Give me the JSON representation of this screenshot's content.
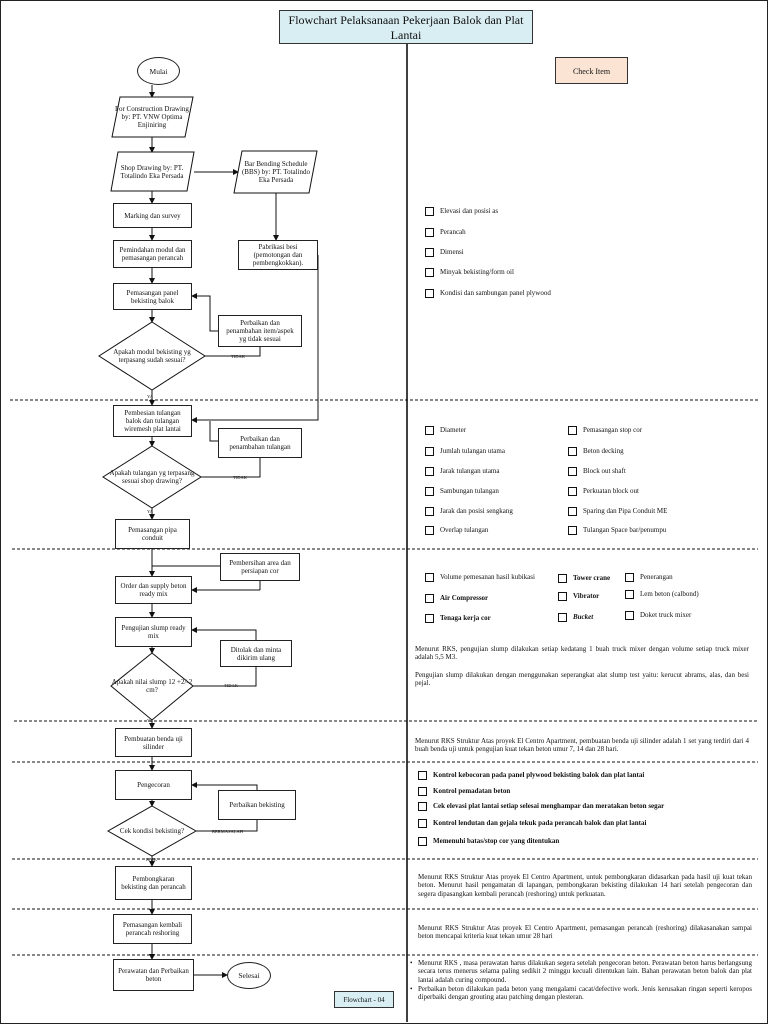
{
  "title": "Flowchart Pelaksanaan Pekerjaan Balok dan Plat Lantai",
  "check_item": "Check Item",
  "footer": "Flowchart - 04",
  "flow": {
    "mulai": "Mulai",
    "construction_drawing": "For Construction Drawing by: PT. VNW Optima Enjiniring",
    "shop_drawing": "Shop Drawing by: PT. Totalindo Eka Persada",
    "bbs": "Bar Bending Schedule (BBS) by: PT. Totalindo Eka Persada",
    "marking": "Marking dan survey",
    "pemindahan": "Pemindahan modul dan pemasangan perancah",
    "pabrikasi": "Pabrikasi besi (pemotongan dan pembengkokkan).",
    "pemasangan_panel": "Pemasangan panel bekisting balok",
    "perbaikan_item": "Perbaikan dan penambahan item/aspek yg tidak sesuai",
    "dec_bekisting": "Apakah modul bekisting yg terpasang sudah sesuai?",
    "pembesian": "Pembesian tulangan balok dan tulangan wiremesh plat lantai",
    "perbaikan_tulangan": "Perbaikan dan penambahan tulangan",
    "dec_tulangan": "Apakah tulangan yg terpasang sesuai shop drawing?",
    "pipa": "Pemasangan pipa conduit",
    "pembersihan": "Pembersihan area dan persiapan cor",
    "order": "Order dan supply beton ready mix",
    "slump": "Pengujian slump ready mix",
    "ditolak": "Ditolak dan minta dikirim ulang",
    "dec_slump": "Apakah nilai slump 12 +2/-2 cm?",
    "benda_uji": "Pembuatan benda uji silinder",
    "pengecoran": "Pengecoran",
    "perbaikan_bekisting": "Perbaikan bekisting",
    "dec_cor": "Cek kondisi bekisting?",
    "pembongkaran": "Pembongkaran bekisting dan perancah",
    "reshoring": "Pemasangan kembali perancah reshoring",
    "perawatan": "Perawatan dan Perbaikan beton",
    "selesai": "Selesai",
    "lbl_tidak": "TIDAK",
    "lbl_ya": "YA",
    "lbl_bermasalah": "BERMASALAH",
    "lbl_baik": "BAIK"
  },
  "checks": {
    "sec1": [
      "Elevasi dan posisi as",
      "Perancah",
      "Dimensi",
      "Minyak bekisting/form oil",
      "Kondisi dan sambungan panel plywood"
    ],
    "sec2_left": [
      "Diameter",
      "Jumlah tulangan utama",
      "Jarak tulangan utama",
      "Sambungan tulangan",
      "Jarak dan posisi sengkang",
      "Overlap tulangan"
    ],
    "sec2_right": [
      "Pemasangan stop cor",
      "Beton decking",
      "Block out shaft",
      "Perkuatan block out",
      "Sparing dan Pipa Conduit ME",
      "Tulangan Space bar/penumpu"
    ],
    "sec3": {
      "volume": "Volume pemesanan hasil kubikasi",
      "tower_crane": "Tower crane",
      "penerangan": "Penerangan",
      "air_compressor": "Air Compressor",
      "vibrator": "Vibrator",
      "lem_beton": "Lem beton (calbond)",
      "tenaga": "Tenaga kerja cor",
      "bucket": "Bucket",
      "doket": "Doket truck mixer"
    },
    "sec5": [
      "Kontrol kebocoran pada panel plywood bekisting balok dan plat lantai",
      "Kontrol pemadatan beton",
      "Cek elevasi plat lantai setiap selesai menghampar dan meratakan beton segar",
      "Kontrol lendutan dan gejala tekuk pada perancah balok dan plat lantai",
      "Memenuhi batas/stop cor yang ditentukan"
    ]
  },
  "notes": {
    "slump1": "Menurut RKS, pengujian slump dilakukan setiap kedatang 1 buah truck mixer dengan volume setiap truck mixer adalah 5,5 M3.",
    "slump2": "Pengujian slump dilakukan dengan menggunakan seperangkat alat slump test yaitu: kerucut abrams, alas, dan besi pejal.",
    "benda_uji": "Menurut RKS Struktur Atas proyek El Centro Apartment, pembuatan benda uji silinder adalah 1 set yang terdiri dari 4 buah benda uji untuk pengujian kuat tekan beton umur 7, 14 dan 28 hari.",
    "pembongkaran": "Menurut RKS Struktur Atas proyek El Centro Apartment, untuk pembongkaran didasarkan pada hasil uji kuat tekan beton. Menurut hasil pengamatan di lapangan, pembongkaran bekisting dilakukan 14 hari setelah pengecoran dan segera dipasangkan kembali perancah (reshoring) untuk perkuatan.",
    "reshoring": "Menurut RKS Struktur Atas proyek El Centro Apartment, pemasangan perancah (reshoring) dilakasanakan sampai beton mencapai kriteria kuat tekan umur 28 hari",
    "perawatan1": "Menurut RKS , masa perawatan harus dilakukan segera setelah pengecoran beton. Perawatan beton harus berlangsung secara terus menerus selama paling sedikit 2 minggu kecuali ditentukan lain. Bahan perawatan beton balok dan plat lantai adalah curing compound.",
    "perawatan2": "Perbaikan beton dilakukan pada beton yang mengalami cacat/defective work. Jenis kerusakan ringan seperti keropos diperbaiki dengan grouting atau patching dengan plesteran."
  }
}
